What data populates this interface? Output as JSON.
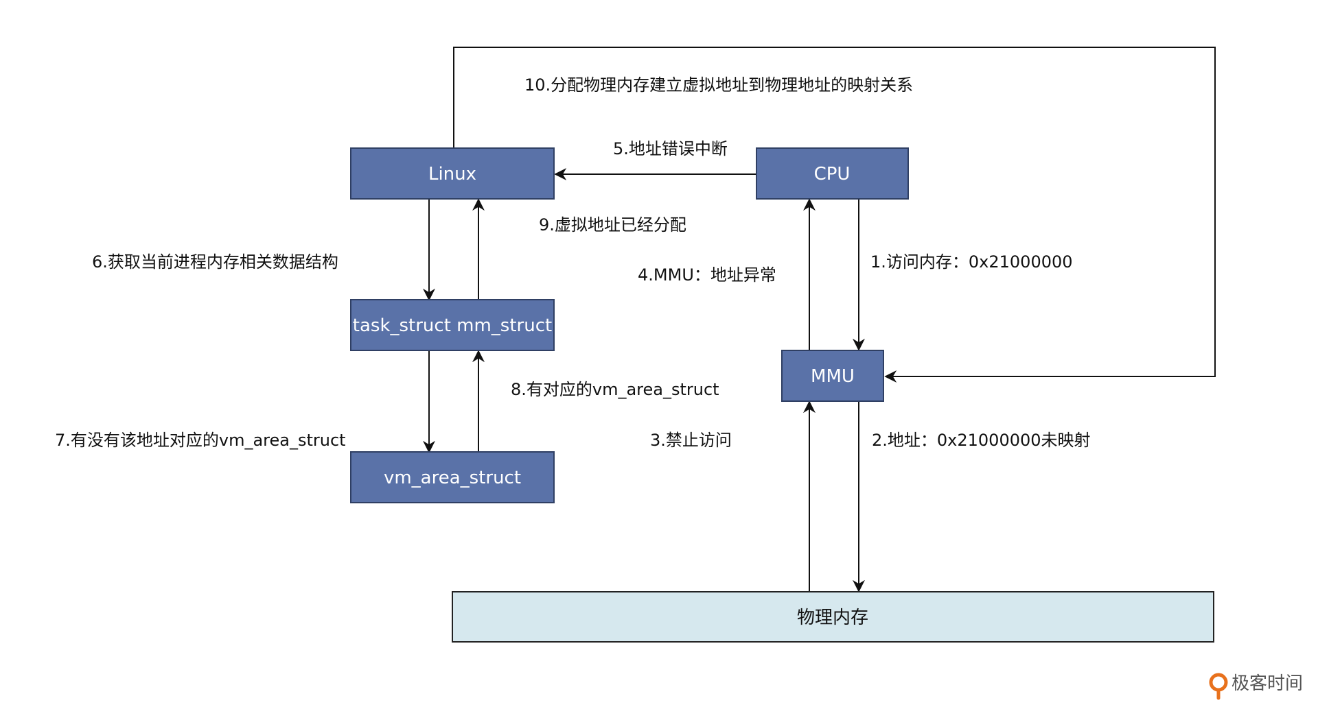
{
  "colors": {
    "node_fill": "#5a72a8",
    "node_stroke": "#2f3f63",
    "memory_fill": "#d6e8ee",
    "memory_stroke": "#222222",
    "edge": "#111111",
    "brand_accent": "#e8711c"
  },
  "nodes": {
    "linux": "Linux",
    "cpu": "CPU",
    "task_struct": "task_struct mm_struct",
    "mmu": "MMU",
    "vm_area_struct": "vm_area_struct",
    "physical_memory": "物理内存"
  },
  "edges": {
    "e1": "1.访问内存：0x21000000",
    "e2": "2.地址：0x21000000未映射",
    "e3": "3.禁止访问",
    "e4": "4.MMU：地址异常",
    "e5": "5.地址错误中断",
    "e6": "6.获取当前进程内存相关数据结构",
    "e7": "7.有没有该地址对应的vm_area_struct",
    "e8": "8.有对应的vm_area_struct",
    "e9": "9.虚拟地址已经分配",
    "e10": "10.分配物理内存建立虚拟地址到物理地址的映射关系"
  },
  "brand": {
    "name": "极客时间",
    "logo_icon": "geekbang-logo-icon"
  }
}
